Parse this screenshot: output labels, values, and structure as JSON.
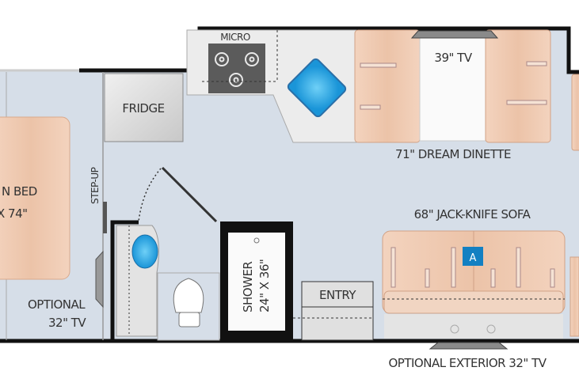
{
  "labels": {
    "bed_line1": "N BED",
    "bed_line2": "X 74\"",
    "fridge": "FRIDGE",
    "micro": "MICRO",
    "step_up": "STEP-UP",
    "tv_39": "39\" TV",
    "dinette": "71\" DREAM DINETTE",
    "sofa": "68\" JACK-KNIFE SOFA",
    "sofa_badge": "A",
    "shower_line1": "SHOWER",
    "shower_line2": "24\" X 36\"",
    "entry": "ENTRY",
    "optional_tv_line1": "OPTIONAL",
    "optional_tv_line2": "32\" TV",
    "exterior_tv": "OPTIONAL EXTERIOR 32\" TV"
  },
  "colors": {
    "floor": "#d6dee8",
    "wall": "#111111",
    "upholstery": "#efc7ad",
    "appliance": "#d4d4d4",
    "water": "#29a8e6",
    "badge": "#1380c2"
  }
}
